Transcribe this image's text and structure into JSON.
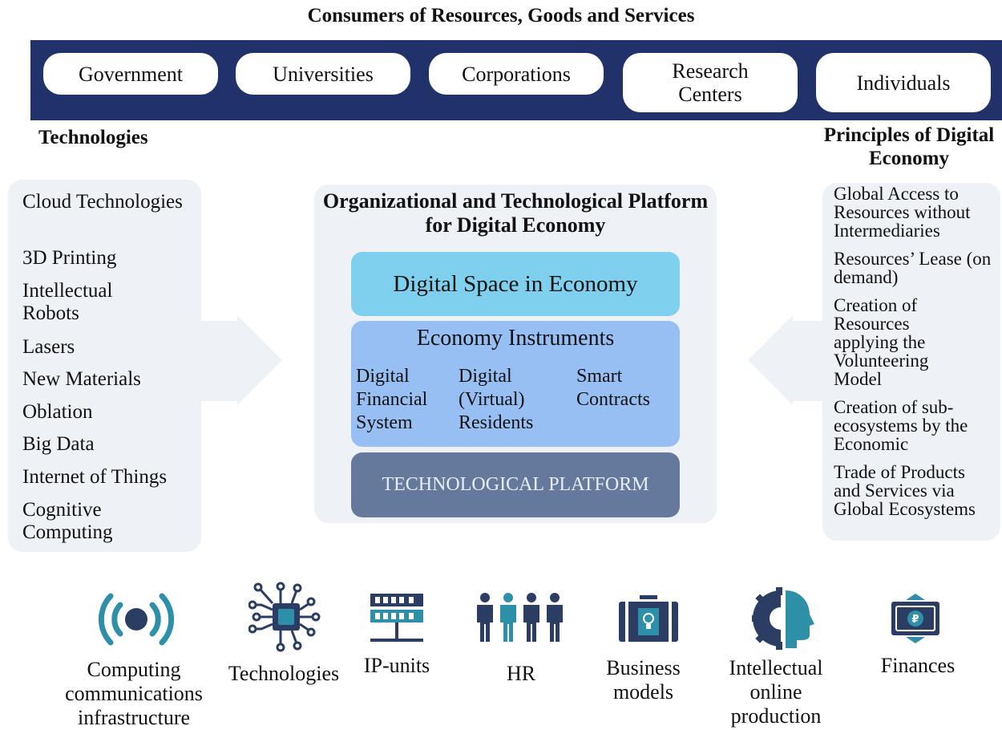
{
  "consumers": {
    "title": "Consumers of Resources, Goods and Services",
    "items": [
      "Government",
      "Universities",
      "Corporations",
      "Research Centers",
      "Individuals"
    ]
  },
  "technologies": {
    "heading": "Technologies",
    "items": [
      "Cloud Technologies",
      "3D Printing",
      "Intellectual Robots",
      "Lasers",
      "New Materials",
      "Oblation",
      "Big Data",
      "Internet of Things",
      "Cognitive Computing"
    ]
  },
  "platform": {
    "title": "Organizational and Technological Platform for Digital Economy",
    "digital_space": "Digital Space in Economy",
    "instruments_title": "Economy Instruments",
    "instruments": [
      "Digital Financial System",
      "Digital (Virtual) Residents",
      "Smart Contracts"
    ],
    "tech_platform": "TECHNOLOGICAL PLATFORM"
  },
  "principles": {
    "heading": "Principles of Digital Economy",
    "items": [
      "Global Access to Resources without Intermediaries",
      "Resources’ Lease (on demand)",
      "Creation of Resources applying the Volunteering Model",
      "Creation of sub-ecosystems by the Economic",
      "Trade of Products and Services via Global Ecosystems"
    ]
  },
  "resources": [
    {
      "label": "Computing communications infrastructure",
      "icon": "wireless-signal-icon"
    },
    {
      "label": "Technologies",
      "icon": "circuit-chip-icon"
    },
    {
      "label": "IP-units",
      "icon": "server-rack-icon"
    },
    {
      "label": "HR",
      "icon": "people-group-icon"
    },
    {
      "label": "Business models",
      "icon": "briefcase-lightbulb-icon"
    },
    {
      "label": "Intellectual online production",
      "icon": "gear-head-icon"
    },
    {
      "label": "Finances",
      "icon": "banknote-icon"
    }
  ],
  "colors": {
    "band": "#21326a",
    "panel": "#eef1f5",
    "digital_space": "#7fd0ee",
    "instruments": "#98bff3",
    "tech_platform": "#64799c",
    "icon_dark": "#2b3d63",
    "icon_teal": "#2e8fa8"
  }
}
